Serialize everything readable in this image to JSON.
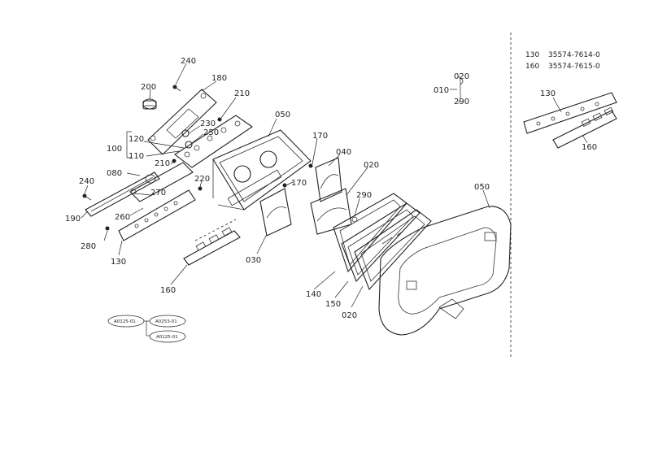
{
  "callouts": {
    "c240a": "240",
    "c180": "180",
    "c200": "200",
    "c210a": "210",
    "c230": "230",
    "c250": "250",
    "c120": "120",
    "c100": "100",
    "c110": "110",
    "c080": "080",
    "c210b": "210",
    "c240b": "240",
    "c190": "190",
    "c270": "270",
    "c260": "260",
    "c220": "220",
    "c280": "280",
    "c130": "130",
    "c160": "160",
    "c050": "050",
    "c170a": "170",
    "c040": "040",
    "c170b": "170",
    "c030": "030",
    "c020a": "020",
    "c290a": "290",
    "c140": "140",
    "c150": "150",
    "c020b": "020",
    "c050b": "050",
    "c010": "010",
    "c020c": "020",
    "c290b": "290",
    "c130b": "130",
    "c160b": "160"
  },
  "legend": [
    {
      "ref": "130",
      "part_no": "35574-7614-0"
    },
    {
      "ref": "160",
      "part_no": "35574-7615-0"
    }
  ],
  "reference_tags": [
    "A0125-01",
    "A0253-01",
    "A0125-01"
  ]
}
